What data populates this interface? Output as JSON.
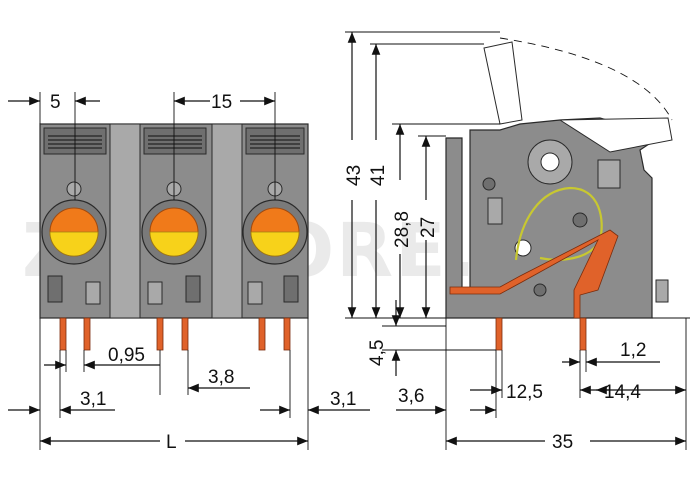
{
  "watermark": "ZIPSTORE.RU",
  "front_view": {
    "pitch_label": "5",
    "spacing_label": "15",
    "pin_width_label": "0,95",
    "pin_gap_label": "3,8",
    "offset_left_label": "3,1",
    "offset_right_label": "3,1",
    "length_label": "L",
    "colors": {
      "body": "#8c8c8c",
      "lever_orange": "#f07a1a",
      "lever_yellow": "#f7d21a",
      "pins": "#e0622a"
    }
  },
  "side_view": {
    "height_43": "43",
    "height_41": "41",
    "height_28_8": "28,8",
    "height_27": "27",
    "pin_len_label": "4,5",
    "pin_offset_label": "3,6",
    "pin_pitch_label": "12,5",
    "pin_width_label": "1,2",
    "back_label": "14,4",
    "depth_label": "35",
    "colors": {
      "conductor": "#e0622a",
      "spring": "#c8c830"
    }
  }
}
